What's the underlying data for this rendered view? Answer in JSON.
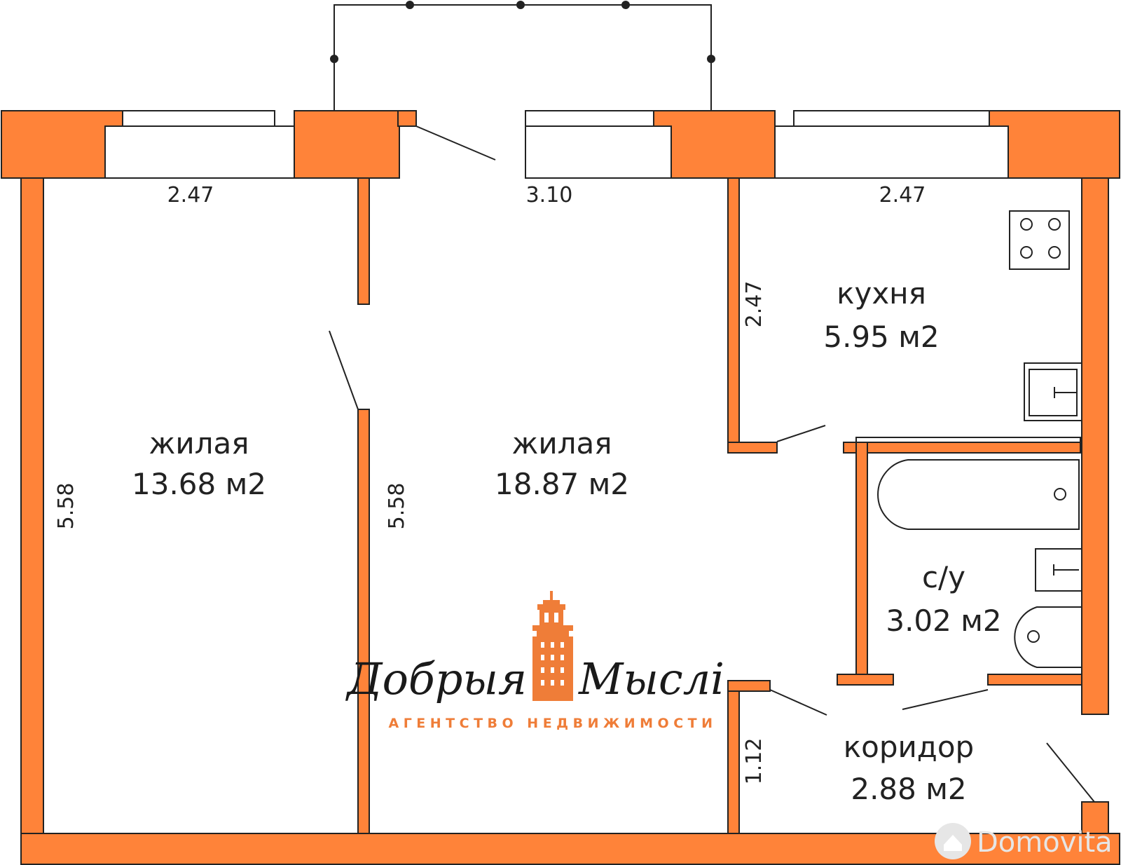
{
  "colors": {
    "wall": "#ff8339",
    "wall_stroke": "#222222",
    "background": "#ffffff",
    "logo": "#ef7d38",
    "watermark": "#e6e6e6"
  },
  "rooms": {
    "living_left": {
      "name": "жилая",
      "area": "13.68 м2"
    },
    "living_mid": {
      "name": "жилая",
      "area": "18.87 м2"
    },
    "kitchen": {
      "name": "кухня",
      "area": "5.95 м2"
    },
    "bathroom": {
      "name": "с/у",
      "area": "3.02 м2"
    },
    "corridor": {
      "name": "коридор",
      "area": "2.88 м2"
    }
  },
  "dimensions": {
    "living_left_width": "2.47",
    "living_mid_width": "3.10",
    "kitchen_width": "2.47",
    "kitchen_depth": "2.47",
    "living_left_depth": "5.58",
    "living_mid_depth": "5.58",
    "corridor_depth": "1.12"
  },
  "logo": {
    "brand_left": "Добрыя",
    "brand_right": "Мыслі",
    "tagline": "АГЕНТСТВО НЕДВИЖИМОСТИ"
  },
  "watermark": {
    "text": "Domovita",
    "icon": "house-icon"
  },
  "fixtures": {
    "stove": "stove-icon",
    "sink": "sink-icon",
    "bathtub": "bathtub-icon",
    "washbasin": "washbasin-icon",
    "toilet": "toilet-icon"
  }
}
